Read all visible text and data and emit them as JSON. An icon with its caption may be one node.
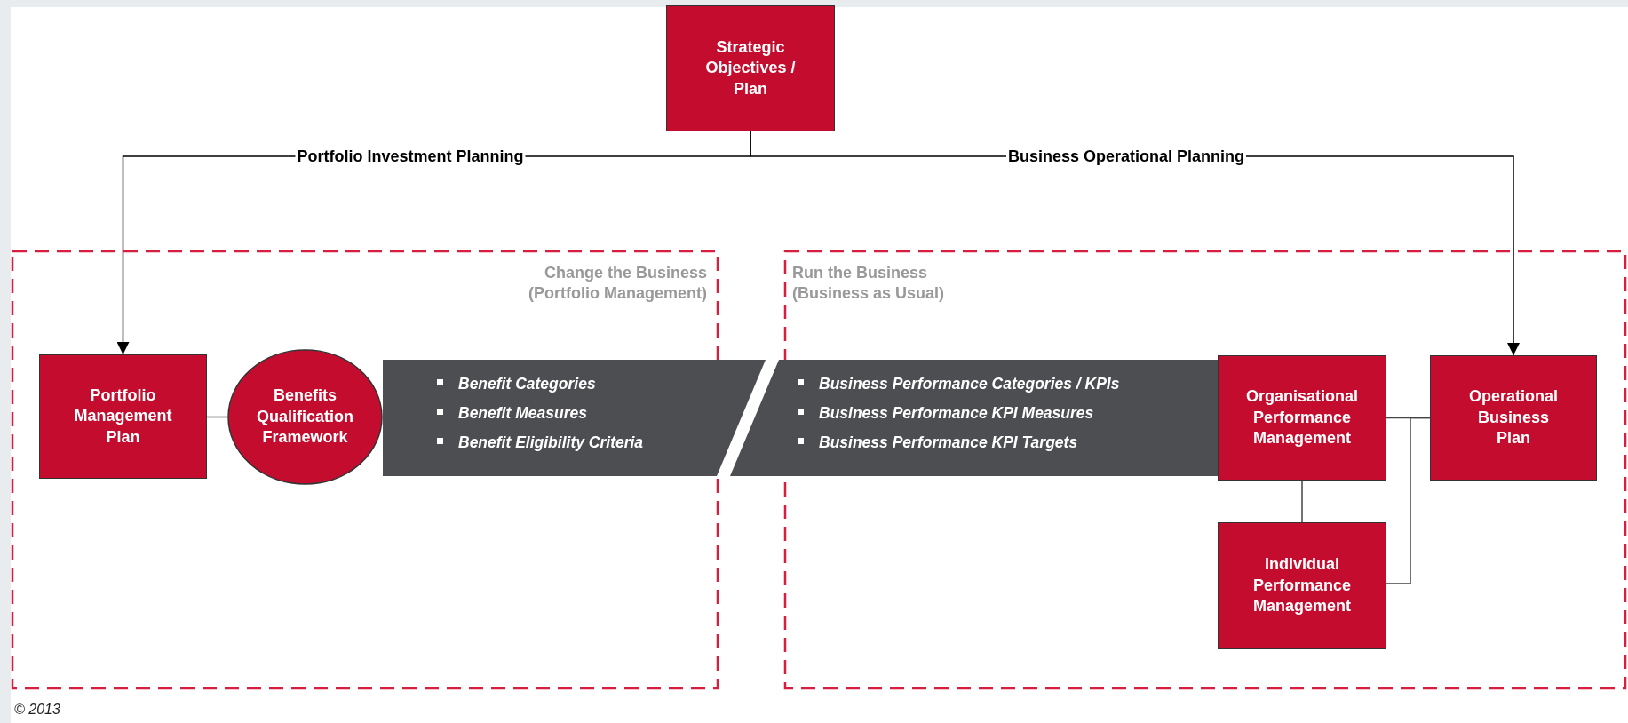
{
  "diagram": {
    "nodes": [
      {
        "text": [
          "Change the Business (Portfolio Management)"
        ]
      },
      {
        "text": [
          "Run the Business (Business as Usual)"
        ]
      },
      {
        "text": [
          "Strategic Objectives / Plan"
        ]
      },
      {
        "text": [
          "Portfolio Management Plan"
        ],
        "in": 0
      },
      {
        "text": [
          "Benefits Qualification Framework"
        ],
        "in": 0
      },
      {
        "text": [
          "Benefit Categories",
          "Benefit Measures",
          "Benefit Eligibility Criteria"
        ]
      },
      {
        "text": [
          "Business Performance Categories / KPIs",
          "Business Performance KPI Measures",
          "Business Performance KPI Targets"
        ]
      },
      {
        "text": [
          "Organisational Performance Management"
        ],
        "in": 1
      },
      {
        "text": [
          "Operational Business Plan"
        ],
        "in": 1
      },
      {
        "text": [
          "Individual Performance Management"
        ],
        "in": 1
      }
    ],
    "edges": [
      {
        "from": 2,
        "to": 3,
        "arrow": "to",
        "label": "Portfolio Investment Planning"
      },
      {
        "from": 2,
        "to": 8,
        "arrow": "to",
        "label": "Business Operational Planning"
      },
      {
        "from": 3,
        "to": 4,
        "arrow": "none"
      },
      {
        "from": 7,
        "to": 8,
        "arrow": "none"
      },
      {
        "from": 7,
        "to": 9,
        "arrow": "none"
      },
      {
        "from": 9,
        "to": 8,
        "arrow": "none"
      }
    ],
    "labels": [
      "© 2013"
    ]
  }
}
